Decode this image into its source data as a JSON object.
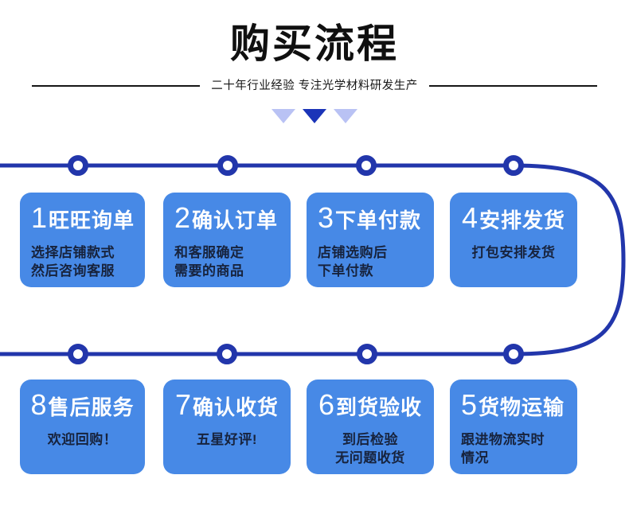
{
  "header": {
    "title": "购买流程",
    "subtitle": "二十年行业经验 专注光学材料研发生产",
    "triangles": [
      {
        "name": "triangle-left",
        "color": "#b9c2f4"
      },
      {
        "name": "triangle-center",
        "color": "#1b34b8"
      },
      {
        "name": "triangle-right",
        "color": "#b9c2f4"
      }
    ]
  },
  "colors": {
    "card_blue": "#4789e6",
    "track_blue": "#2236ab",
    "node_fill": "#ffffff",
    "title_black": "#101010",
    "desc_navy": "#17233d",
    "triangle_light": "#b9c2f4",
    "triangle_dark": "#1b34b8",
    "background": "#ffffff"
  },
  "flow": {
    "rows": [
      {
        "name": "flow-row-top",
        "cards": [
          {
            "num": "1",
            "title": "旺旺询单",
            "desc": "选择店铺款式\n然后咨询客服",
            "align": "left"
          },
          {
            "num": "2",
            "title": "确认订单",
            "desc": "和客服确定\n需要的商品",
            "align": "left"
          },
          {
            "num": "3",
            "title": "下单付款",
            "desc": "店铺选购后\n下单付款",
            "align": "left"
          },
          {
            "num": "4",
            "title": "安排发货",
            "desc": "打包安排发货",
            "align": "center"
          }
        ]
      },
      {
        "name": "flow-row-bottom",
        "cards": [
          {
            "num": "8",
            "title": "售后服务",
            "desc": "欢迎回购！",
            "align": "center"
          },
          {
            "num": "7",
            "title": "确认收货",
            "desc": "五星好评!",
            "align": "center"
          },
          {
            "num": "6",
            "title": "到货验收",
            "desc": "到后检验\n无问题收货",
            "align": "center"
          },
          {
            "num": "5",
            "title": "货物运输",
            "desc": "跟进物流实时\n情况",
            "align": "left"
          }
        ]
      }
    ],
    "node_count_per_row": 4
  }
}
